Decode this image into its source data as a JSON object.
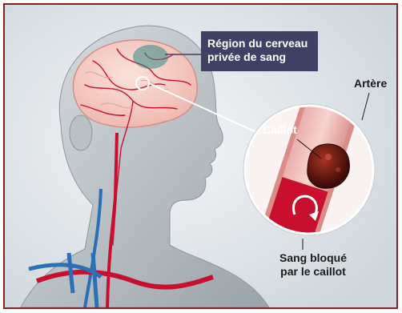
{
  "labels": {
    "region": "Région du cerveau\nprivée de sang",
    "region_line1": "Région du cerveau",
    "region_line2": "privée de sang",
    "artery": "Artère",
    "clot": "Caillot",
    "blocked_line1": "Sang bloqué",
    "blocked_line2": "par le caillot"
  },
  "colors": {
    "frame": "#8a1e22",
    "label_box": "#3e4163",
    "blood": "#c8102e",
    "vein": "#2b6fb6",
    "clot": "#5a1410"
  },
  "icons": {
    "flow_arrow": "curved-arrow-icon"
  }
}
